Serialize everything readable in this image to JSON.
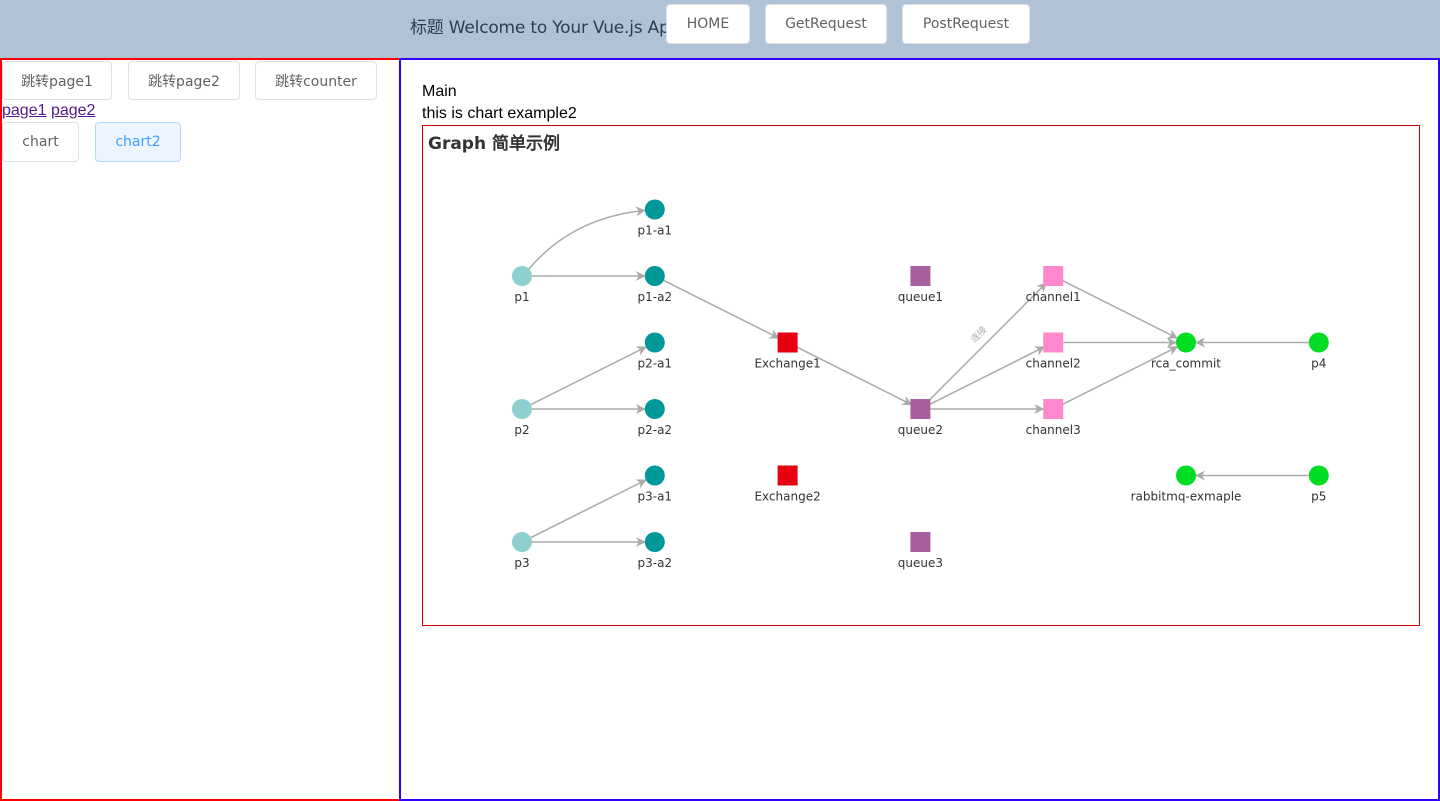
{
  "header": {
    "title": "标题 Welcome to Your Vue.js App",
    "buttons": [
      "HOME",
      "GetRequest",
      "PostRequest"
    ]
  },
  "sidebar": {
    "nav_buttons": [
      "跳转page1",
      "跳转page2",
      "跳转counter"
    ],
    "links": [
      "page1",
      "page2"
    ],
    "chart_buttons": [
      "chart",
      "chart2"
    ],
    "active_chart_button": "chart2"
  },
  "main": {
    "title": "Main",
    "subtitle": "this is chart example2",
    "chart_title": "Graph 简单示例"
  },
  "colors": {
    "header_bg": "#b0c2d6",
    "sidebar_border": "#ff0000",
    "main_border": "#3300ff",
    "chart_border": "#cc0000",
    "edge": "#aaaaaa"
  },
  "graph": {
    "nodes": [
      {
        "id": "p1",
        "label": "p1",
        "shape": "circle",
        "color": "#8ed0d0",
        "x": 0,
        "y": 2
      },
      {
        "id": "p2",
        "label": "p2",
        "shape": "circle",
        "color": "#8ed0d0",
        "x": 0,
        "y": 4
      },
      {
        "id": "p3",
        "label": "p3",
        "shape": "circle",
        "color": "#8ed0d0",
        "x": 0,
        "y": 6
      },
      {
        "id": "p1-a1",
        "label": "p1-a1",
        "shape": "circle",
        "color": "#009999",
        "x": 1,
        "y": 1
      },
      {
        "id": "p1-a2",
        "label": "p1-a2",
        "shape": "circle",
        "color": "#009999",
        "x": 1,
        "y": 2
      },
      {
        "id": "p2-a1",
        "label": "p2-a1",
        "shape": "circle",
        "color": "#009999",
        "x": 1,
        "y": 3
      },
      {
        "id": "p2-a2",
        "label": "p2-a2",
        "shape": "circle",
        "color": "#009999",
        "x": 1,
        "y": 4
      },
      {
        "id": "p3-a1",
        "label": "p3-a1",
        "shape": "circle",
        "color": "#009999",
        "x": 1,
        "y": 5
      },
      {
        "id": "p3-a2",
        "label": "p3-a2",
        "shape": "circle",
        "color": "#009999",
        "x": 1,
        "y": 6
      },
      {
        "id": "Exchange1",
        "label": "Exchange1",
        "shape": "square",
        "color": "#e60012",
        "x": 2,
        "y": 3
      },
      {
        "id": "Exchange2",
        "label": "Exchange2",
        "shape": "square",
        "color": "#e60012",
        "x": 2,
        "y": 5
      },
      {
        "id": "queue1",
        "label": "queue1",
        "shape": "square",
        "color": "#a65e9e",
        "x": 3,
        "y": 2
      },
      {
        "id": "queue2",
        "label": "queue2",
        "shape": "square",
        "color": "#a65e9e",
        "x": 3,
        "y": 4
      },
      {
        "id": "queue3",
        "label": "queue3",
        "shape": "square",
        "color": "#a65e9e",
        "x": 3,
        "y": 6
      },
      {
        "id": "channel1",
        "label": "channel1",
        "shape": "square",
        "color": "#ff88cc",
        "x": 4,
        "y": 2
      },
      {
        "id": "channel2",
        "label": "channel2",
        "shape": "square",
        "color": "#ff88cc",
        "x": 4,
        "y": 3
      },
      {
        "id": "channel3",
        "label": "channel3",
        "shape": "square",
        "color": "#ff88cc",
        "x": 4,
        "y": 4
      },
      {
        "id": "rca_commit",
        "label": "rca_commit",
        "shape": "circle",
        "color": "#00dd22",
        "x": 5,
        "y": 3
      },
      {
        "id": "rabbitmq-exmaple",
        "label": "rabbitmq-exmaple",
        "shape": "circle",
        "color": "#00dd22",
        "x": 5,
        "y": 5
      },
      {
        "id": "p4",
        "label": "p4",
        "shape": "circle",
        "color": "#00dd22",
        "x": 6,
        "y": 3
      },
      {
        "id": "p5",
        "label": "p5",
        "shape": "circle",
        "color": "#00dd22",
        "x": 6,
        "y": 5
      }
    ],
    "edges": [
      {
        "source": "p1",
        "target": "p1-a1",
        "curve": true
      },
      {
        "source": "p1",
        "target": "p1-a2"
      },
      {
        "source": "p2",
        "target": "p2-a1"
      },
      {
        "source": "p2",
        "target": "p2-a2"
      },
      {
        "source": "p3",
        "target": "p3-a1"
      },
      {
        "source": "p3",
        "target": "p3-a2"
      },
      {
        "source": "p1-a2",
        "target": "Exchange1"
      },
      {
        "source": "Exchange1",
        "target": "queue2"
      },
      {
        "source": "queue2",
        "target": "channel1",
        "label": "连接"
      },
      {
        "source": "queue2",
        "target": "channel2"
      },
      {
        "source": "queue2",
        "target": "channel3"
      },
      {
        "source": "channel1",
        "target": "rca_commit"
      },
      {
        "source": "channel2",
        "target": "rca_commit"
      },
      {
        "source": "channel3",
        "target": "rca_commit"
      },
      {
        "source": "p4",
        "target": "rca_commit"
      },
      {
        "source": "p5",
        "target": "rabbitmq-exmaple"
      }
    ]
  }
}
